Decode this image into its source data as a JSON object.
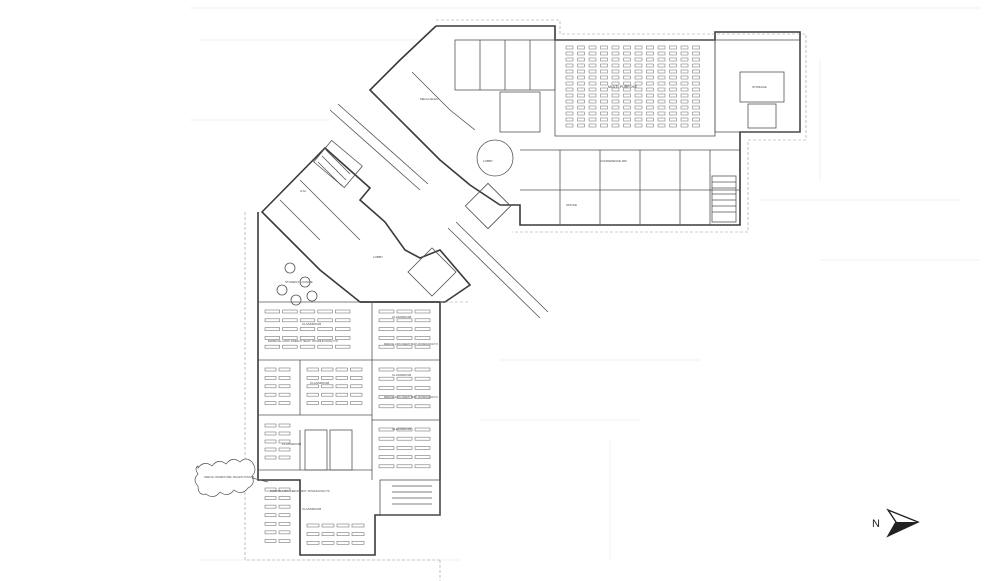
{
  "drawing": {
    "north_label": "N",
    "room_labels": {
      "multi_purpose": "MULTI-PURPOSE",
      "storage": "STORAGE",
      "office": "OFFICE",
      "lobby": "LOBBY",
      "classroom": "CLASSROOM",
      "student_lounge": "STUDENT LOUNGE",
      "gm": "G.M.",
      "conference": "CONFERENCE RM.",
      "mech": "MECH./ELEC."
    },
    "notes": {
      "screen_wall": "SCREEN CMU - PROVIDED BY OWNER - INSTALLED BY CONTRACTOR",
      "partition": "BARRIER DEL. & PROV. SCREEN BY TENANT - PROVIDE BLOCKING (TYP.)"
    }
  }
}
